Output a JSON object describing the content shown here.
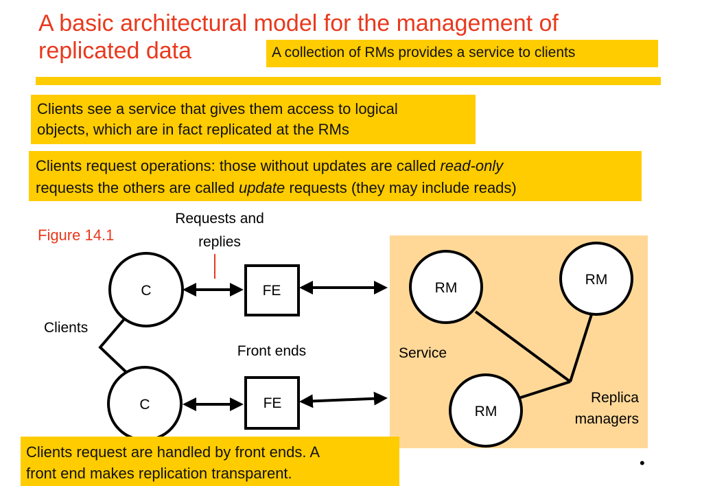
{
  "title": {
    "line1": "A basic architectural model for the management of",
    "line2": "replicated data"
  },
  "callouts": {
    "top": "A collection of RMs provides a service to clients",
    "clients_see_line1": "Clients see a service that gives them access to logical",
    "clients_see_line2": "objects, which are in  fact replicated at the RMs",
    "operations_part1": "Clients request operations: those without updates are called ",
    "operations_readonly": "read-only",
    "operations_part2": "requests the others are called ",
    "operations_update": "update",
    "operations_part3": " requests (they may include reads)",
    "frontends_line1": "Clients request are handled by front ends. A",
    "frontends_line2": "front end makes replication transparent."
  },
  "figure_label": "Figure 14.1",
  "diagram": {
    "requests_label_line1": "Requests and",
    "requests_label_line2": "replies",
    "client_label": "C",
    "clients_label": "Clients",
    "fe_label": "FE",
    "front_ends_label": "Front ends",
    "service_label": "Service",
    "rm_label": "RM",
    "replica_line1": "Replica",
    "replica_line2": "managers"
  },
  "bullet": "•",
  "colors": {
    "title_red": "#e8391d",
    "highlight_yellow": "#ffcc00",
    "service_fill": "#ffd898"
  }
}
